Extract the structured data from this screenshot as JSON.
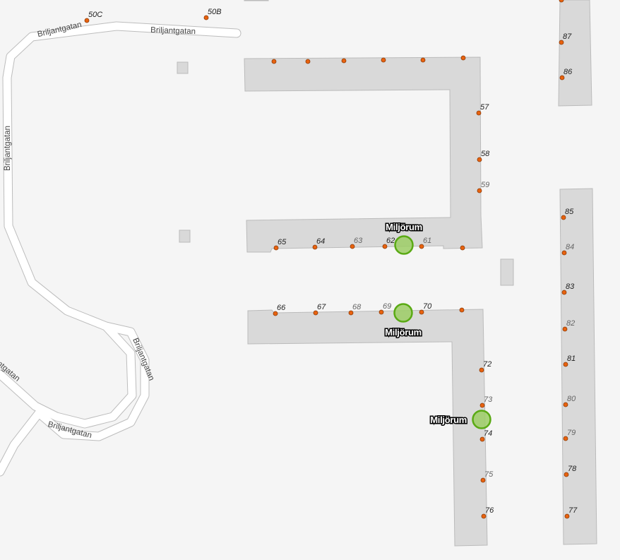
{
  "road_name": "Briljantgatan",
  "recycling_label": "Miljörum",
  "colors": {
    "background": "#f5f5f5",
    "building": "#d9d9d9",
    "building_edge": "#bbbbbb",
    "road": "#ffffff",
    "road_edge": "#bdbdbd",
    "address_point": "#e8620f",
    "recycling_fill": "#9ccc65",
    "recycling_stroke": "#5aaa14"
  },
  "address_labels": [
    "50C",
    "50B",
    "87",
    "86",
    "57",
    "58",
    "59",
    "65",
    "64",
    "63",
    "62",
    "61",
    "66",
    "67",
    "68",
    "69",
    "70",
    "72",
    "73",
    "74",
    "75",
    "76",
    "85",
    "84",
    "83",
    "82",
    "81",
    "80",
    "79",
    "78",
    "77"
  ],
  "minor_labels": [
    "59",
    "63",
    "61",
    "68",
    "69",
    "73",
    "75",
    "84",
    "82",
    "80",
    "79"
  ]
}
